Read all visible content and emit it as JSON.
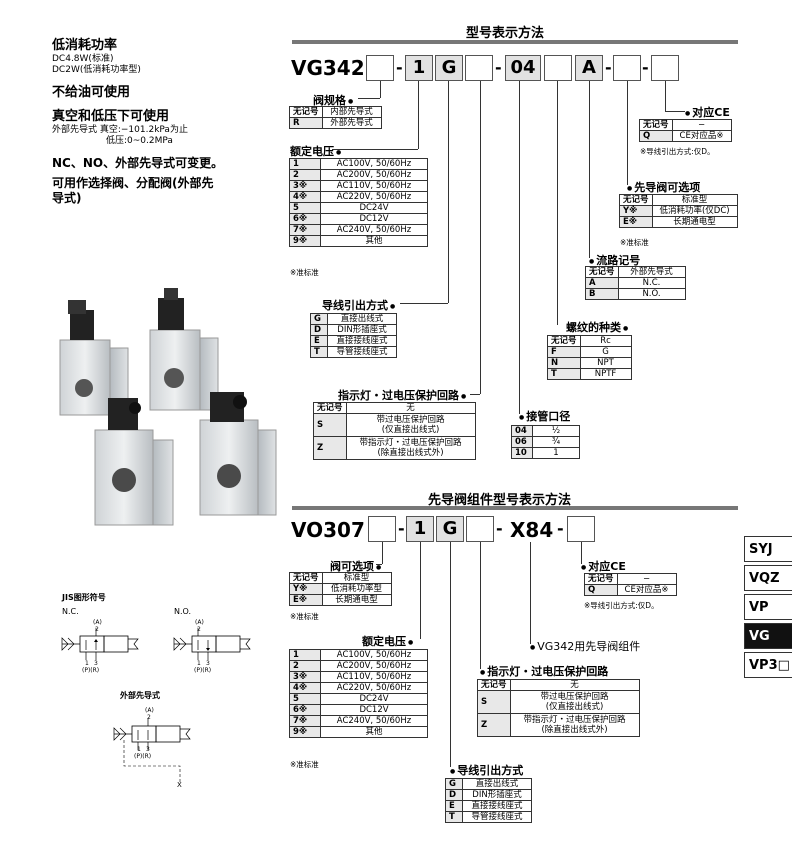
{
  "features": {
    "f1_title": "低消耗功率",
    "f1_sub1": "DC4.8W(标准)",
    "f1_sub2": "DC2W(低消耗功率型)",
    "f2_title": "不给油可使用",
    "f3_title": "真空和低压下可使用",
    "f3_sub1": "外部先导式 真空:−101.2kPa为止",
    "f3_sub2": "低压:0~0.2MPa",
    "f4_title": "NC、NO、外部先导式可变更。",
    "f5_title": "可用作选择阀、分配阀(外部先",
    "f5_title2": "导式)"
  },
  "jis": {
    "title": "JIS图形符号",
    "nc": "N.C.",
    "no": "N.O.",
    "ext": "外部先导式",
    "a": "(A)",
    "two": "2",
    "one": "1",
    "three": "3",
    "pr": "(P)(R)",
    "x": "X"
  },
  "sec1": {
    "title": "型号表示方法",
    "model_prefix": "VG342",
    "seg_1": "1",
    "seg_g": "G",
    "seg_04": "04",
    "seg_a": "A",
    "valve": {
      "label": "阀规格",
      "head": "无记号",
      "head_v": "内部先导式",
      "k1": "R",
      "v1": "外部先导式"
    },
    "voltage": {
      "label": "额定电压",
      "rows": [
        {
          "k": "1",
          "v": "AC100V, 50/60Hz"
        },
        {
          "k": "2",
          "v": "AC200V, 50/60Hz"
        },
        {
          "k": "3※",
          "v": "AC110V, 50/60Hz"
        },
        {
          "k": "4※",
          "v": "AC220V, 50/60Hz"
        },
        {
          "k": "5",
          "v": "DC24V"
        },
        {
          "k": "6※",
          "v": "DC12V"
        },
        {
          "k": "7※",
          "v": "AC240V, 50/60Hz"
        },
        {
          "k": "9※",
          "v": "其他"
        }
      ],
      "note": "※准标准"
    },
    "wiring": {
      "label": "导线引出方式",
      "rows": [
        {
          "k": "G",
          "v": "直接出线式"
        },
        {
          "k": "D",
          "v": "DIN形插座式"
        },
        {
          "k": "E",
          "v": "直接接线座式"
        },
        {
          "k": "T",
          "v": "导管接线座式"
        }
      ]
    },
    "lamp": {
      "label": "指示灯・过电压保护回路",
      "head": "无记号",
      "head_v": "无",
      "k1": "S",
      "v1a": "带过电压保护回路",
      "v1b": "(仅直接出线式)",
      "k2": "Z",
      "v2a": "带指示灯・过电压保护回路",
      "v2b": "(除直接出线式外)"
    },
    "port": {
      "label": "接管口径",
      "rows": [
        {
          "k": "04",
          "v": "½"
        },
        {
          "k": "06",
          "v": "¾"
        },
        {
          "k": "10",
          "v": "1"
        }
      ]
    },
    "thread": {
      "label": "螺纹的种类",
      "head": "无记号",
      "head_v": "Rc",
      "rows": [
        {
          "k": "F",
          "v": "G"
        },
        {
          "k": "N",
          "v": "NPT"
        },
        {
          "k": "T",
          "v": "NPTF"
        }
      ]
    },
    "flow": {
      "label": "流路记号",
      "head": "无记号",
      "head_v": "外部先导式",
      "rows": [
        {
          "k": "A",
          "v": "N.C."
        },
        {
          "k": "B",
          "v": "N.O."
        }
      ]
    },
    "pilot": {
      "label": "先导阀可选项",
      "head": "无记号",
      "head_v": "标准型",
      "rows": [
        {
          "k": "Y※",
          "v": "低消耗功率(仅DC)"
        },
        {
          "k": "E※",
          "v": "长期通电型"
        }
      ],
      "note": "※准标准"
    },
    "ce": {
      "label": "对应CE",
      "head": "无记号",
      "head_v": "−",
      "k1": "Q",
      "v1": "CE对应品※",
      "note": "※导线引出方式:仅D。"
    }
  },
  "sec2": {
    "title": "先导阀组件型号表示方法",
    "model_prefix": "VO307",
    "seg_1": "1",
    "seg_g": "G",
    "seg_x84": "X84",
    "valve_opt": {
      "label": "阀可选项",
      "head": "无记号",
      "head_v": "标准型",
      "rows": [
        {
          "k": "Y※",
          "v": "低消耗功率型"
        },
        {
          "k": "E※",
          "v": "长期通电型"
        }
      ],
      "note": "※准标准"
    },
    "voltage": {
      "label": "额定电压",
      "rows": [
        {
          "k": "1",
          "v": "AC100V, 50/60Hz"
        },
        {
          "k": "2",
          "v": "AC200V, 50/60Hz"
        },
        {
          "k": "3※",
          "v": "AC110V, 50/60Hz"
        },
        {
          "k": "4※",
          "v": "AC220V, 50/60Hz"
        },
        {
          "k": "5",
          "v": "DC24V"
        },
        {
          "k": "6※",
          "v": "DC12V"
        },
        {
          "k": "7※",
          "v": "AC240V, 50/60Hz"
        },
        {
          "k": "9※",
          "v": "其他"
        }
      ],
      "note": "※准标准"
    },
    "wiring": {
      "label": "导线引出方式",
      "rows": [
        {
          "k": "G",
          "v": "直接出线式"
        },
        {
          "k": "D",
          "v": "DIN形插座式"
        },
        {
          "k": "E",
          "v": "直接接线座式"
        },
        {
          "k": "T",
          "v": "导管接线座式"
        }
      ]
    },
    "lamp": {
      "label": "指示灯・过电压保护回路",
      "head": "无记号",
      "head_v": "无",
      "k1": "S",
      "v1a": "带过电压保护回路",
      "v1b": "(仅直接出线式)",
      "k2": "Z",
      "v2a": "带指示灯・过电压保护回路",
      "v2b": "(除直接出线式外)"
    },
    "ce": {
      "label": "对应CE",
      "head": "无记号",
      "head_v": "−",
      "k1": "Q",
      "v1": "CE对应品※",
      "note": "※导线引出方式:仅D。"
    },
    "component": "VG342用先导阀组件"
  },
  "tabs": [
    "SYJ",
    "VQZ",
    "VP",
    "VG",
    "VP3□"
  ],
  "active_tab": "VG"
}
